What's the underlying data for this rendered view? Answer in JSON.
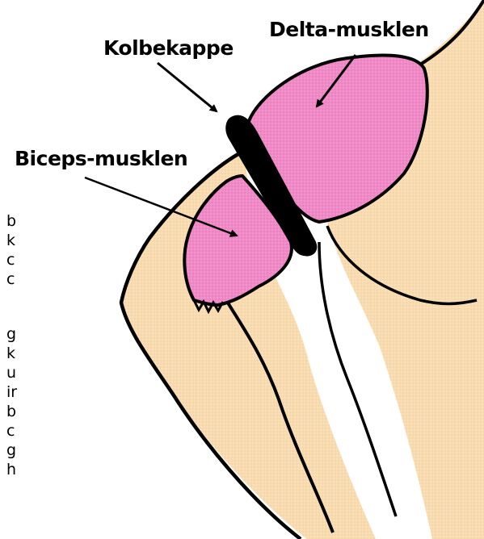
{
  "labels": {
    "deltoid": "Delta-musklen",
    "shoulder_cap": "Kolbekappe",
    "biceps": "Biceps-musklen"
  },
  "side_text": [
    "b",
    "k",
    "c",
    "c",
    "g",
    "k",
    "u",
    "ir",
    "b",
    "c",
    "g",
    "h"
  ],
  "colors": {
    "skin": "#f8dcb0",
    "muscle": "#ef8ac6",
    "band": "#000000",
    "outline": "#000000"
  }
}
